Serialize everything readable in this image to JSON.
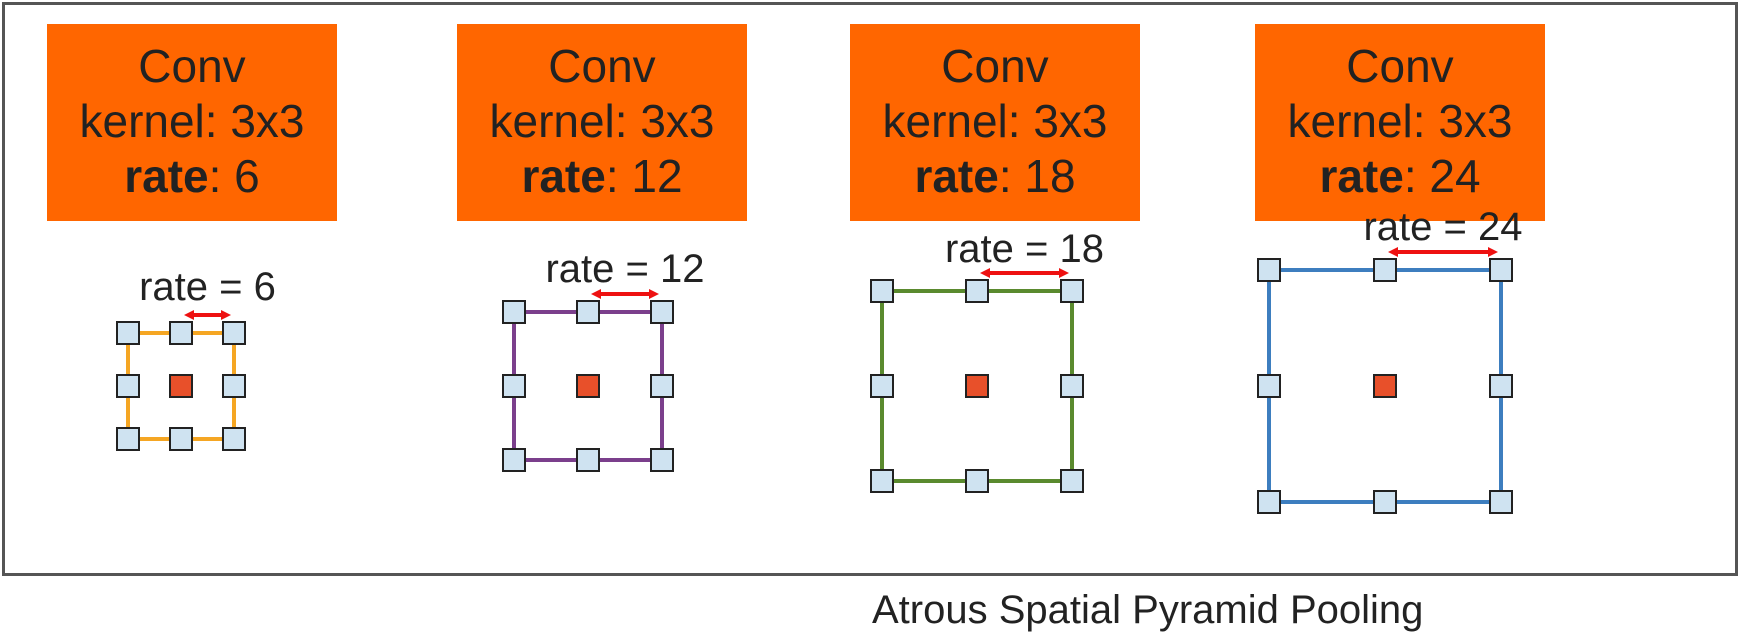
{
  "conv_blocks": [
    {
      "title": "Conv",
      "kernel_text": "kernel: 3x3",
      "rate_word": "rate",
      "rate_value": ": 6"
    },
    {
      "title": "Conv",
      "kernel_text": "kernel: 3x3",
      "rate_word": "rate",
      "rate_value": ": 12"
    },
    {
      "title": "Conv",
      "kernel_text": "kernel: 3x3",
      "rate_word": "rate",
      "rate_value": ": 18"
    },
    {
      "title": "Conv",
      "kernel_text": "kernel: 3x3",
      "rate_word": "rate",
      "rate_value": ": 24"
    }
  ],
  "kernels": [
    {
      "rate_label": "rate = 6",
      "rate": 6,
      "border_color": "#f5a623"
    },
    {
      "rate_label": "rate = 12",
      "rate": 12,
      "border_color": "#7b3f8c"
    },
    {
      "rate_label": "rate = 18",
      "rate": 18,
      "border_color": "#5a8a2e"
    },
    {
      "rate_label": "rate = 24",
      "rate": 24,
      "border_color": "#3d7ebf"
    }
  ],
  "colors": {
    "conv_fill": "#ff6600",
    "tap_fill": "#cfe3f1",
    "center_fill": "#e8502a",
    "arrow": "#ee1111"
  },
  "caption": "Atrous Spatial Pyramid Pooling"
}
